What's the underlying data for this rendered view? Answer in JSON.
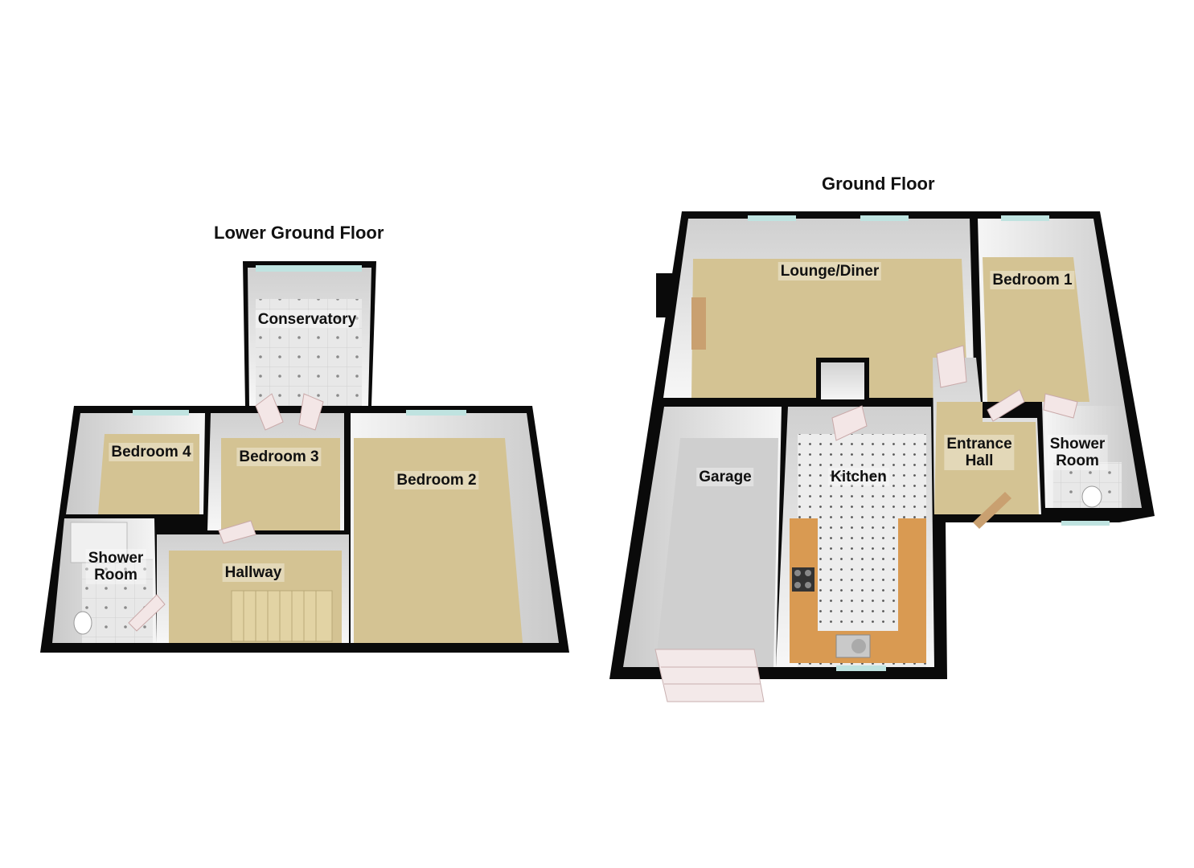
{
  "floors": {
    "lower": {
      "title": "Lower Ground Floor",
      "rooms": {
        "conservatory": "Conservatory",
        "bedroom4": "Bedroom 4",
        "bedroom3": "Bedroom 3",
        "bedroom2": "Bedroom 2",
        "shower_room_line1": "Shower",
        "shower_room_line2": "Room",
        "hallway": "Hallway"
      }
    },
    "ground": {
      "title": "Ground Floor",
      "rooms": {
        "lounge_diner": "Lounge/Diner",
        "bedroom1": "Bedroom 1",
        "garage": "Garage",
        "kitchen": "Kitchen",
        "entrance_hall_line1": "Entrance",
        "entrance_hall_line2": "Hall",
        "shower_room_line1": "Shower",
        "shower_room_line2": "Room"
      }
    }
  },
  "colors": {
    "wall": "#0a0a0a",
    "carpet": "#d4c393",
    "tile": "#e6e6e6",
    "garage_floor": "#cfcfcf",
    "worktop": "#d99a52",
    "window": "#bfe3e0"
  }
}
